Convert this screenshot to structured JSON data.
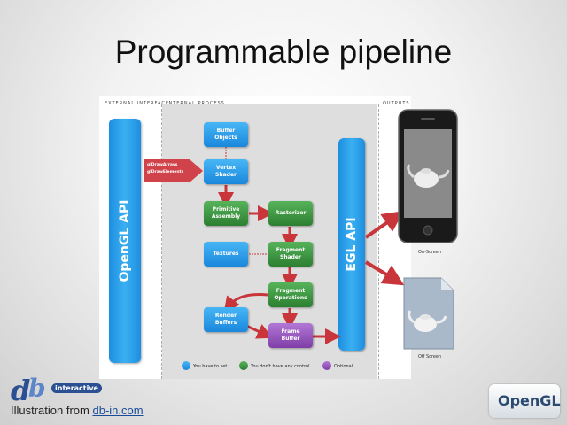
{
  "slide": {
    "title": "Programmable pipeline",
    "footer_prefix": "Illustration from ",
    "footer_link": "db-in.com"
  },
  "diagram": {
    "zones": {
      "external": "EXTERNAL INTERFACE",
      "internal": "INTERNAL PROCESS",
      "outputs": "OUTPUTS"
    },
    "opengl_api": "OpenGL API",
    "egl_api": "EGL API",
    "calls": [
      "glDrawArrays",
      "glDrawElements"
    ],
    "boxes": {
      "buffer_objects": [
        "Buffer",
        "Objects"
      ],
      "vertex_shader": [
        "Vertex",
        "Shader"
      ],
      "primitive_assembly": [
        "Primitive",
        "Assembly"
      ],
      "rasterizer": [
        "Rasterizer"
      ],
      "textures": [
        "Textures"
      ],
      "fragment_shader": [
        "Fragment",
        "Shader"
      ],
      "fragment_operations": [
        "Fragment",
        "Operations"
      ],
      "render_buffers": [
        "Render",
        "Buffers"
      ],
      "frame_buffer": [
        "Frame",
        "Buffer"
      ]
    },
    "legend": {
      "blue": "You have to set",
      "green": "You don't have any control",
      "purple": "Optional"
    },
    "outputs": {
      "on_screen": "On-Screen",
      "off_screen": "Off Screen"
    }
  },
  "logos": {
    "db_mark": "db",
    "db_word": "interactive",
    "opengl": "OpenGL"
  },
  "colors": {
    "blue": "#2a9be8",
    "green": "#3d9a41",
    "purple": "#9a59c4",
    "arrow": "#c8353a"
  }
}
